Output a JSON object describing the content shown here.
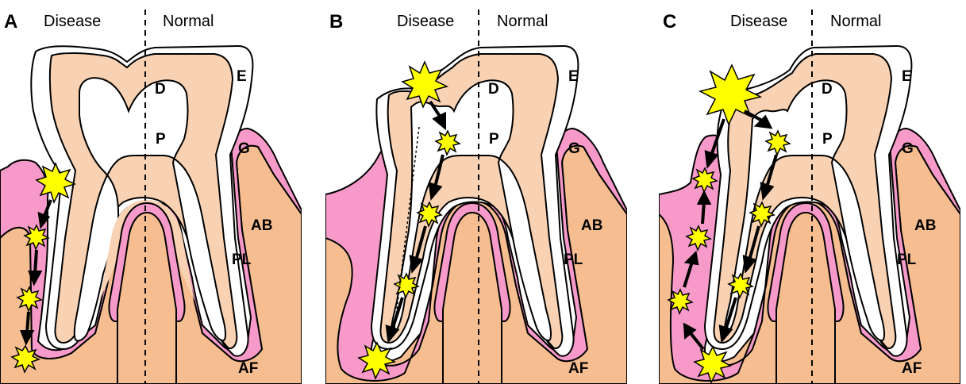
{
  "panels": [
    {
      "letter": "A",
      "left_header": "Disease",
      "right_header": "Normal"
    },
    {
      "letter": "B",
      "left_header": "Disease",
      "right_header": "Normal"
    },
    {
      "letter": "C",
      "left_header": "Disease",
      "right_header": "Normal"
    }
  ],
  "tissue_labels": {
    "dentin": "D",
    "enamel": "E",
    "pulp": "P",
    "gingiva": "G",
    "alveolar_bone": "AB",
    "periodontal_ligament": "PL",
    "apical_foramen": "AF"
  },
  "colors": {
    "bone": "#f6bd90",
    "gum": "#f79ac9",
    "dentin": "#f9d2b3",
    "enamel": "#ffffff",
    "pulp": "#ffffff",
    "lesion": "#ffff00"
  }
}
